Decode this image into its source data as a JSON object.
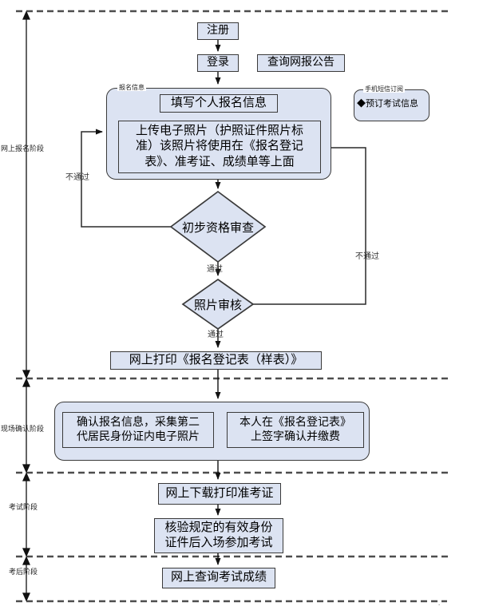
{
  "stages": [
    {
      "label": "网上报名阶段"
    },
    {
      "label": "现场确认阶段"
    },
    {
      "label": "考试阶段"
    },
    {
      "label": "考后阶段"
    }
  ],
  "nodes": {
    "register": "注册",
    "login": "登录",
    "check_notice": "查询网报公告",
    "group1_label": "报名信息",
    "fill_info": "填写个人报名信息",
    "upload_photo": "上传电子照片（护照证件照片标\n准）该照片将使用在《报名登记\n表》、准考证、成绩单等上面",
    "qualification_review": "初步资格审查",
    "photo_review": "照片审核",
    "print_form": "网上打印《报名登记表（样表）》",
    "confirm_info": "确认报名信息，采集第二\n代居民身份证内电子照片",
    "sign_pay": "本人在《报名登记表》\n上签字确认并缴费",
    "download_ticket": "网上下载打印准考证",
    "verify_id": "核验规定的有效身份\n证件后入场参加考试",
    "query_score": "网上查询考试成绩",
    "sms_group_label": "手机短信订阅",
    "sms_content": "◆预订考试信息"
  },
  "edge_labels": {
    "fail_left": "不通过",
    "pass_1": "通过",
    "pass_2": "通过",
    "fail_right": "不通过"
  },
  "colors": {
    "node_fill": "#dce3f2",
    "node_border": "#3a3a3a",
    "line": "#1a1a1a",
    "dashed_line": "#4d4d4d"
  },
  "artifact_mark": "."
}
